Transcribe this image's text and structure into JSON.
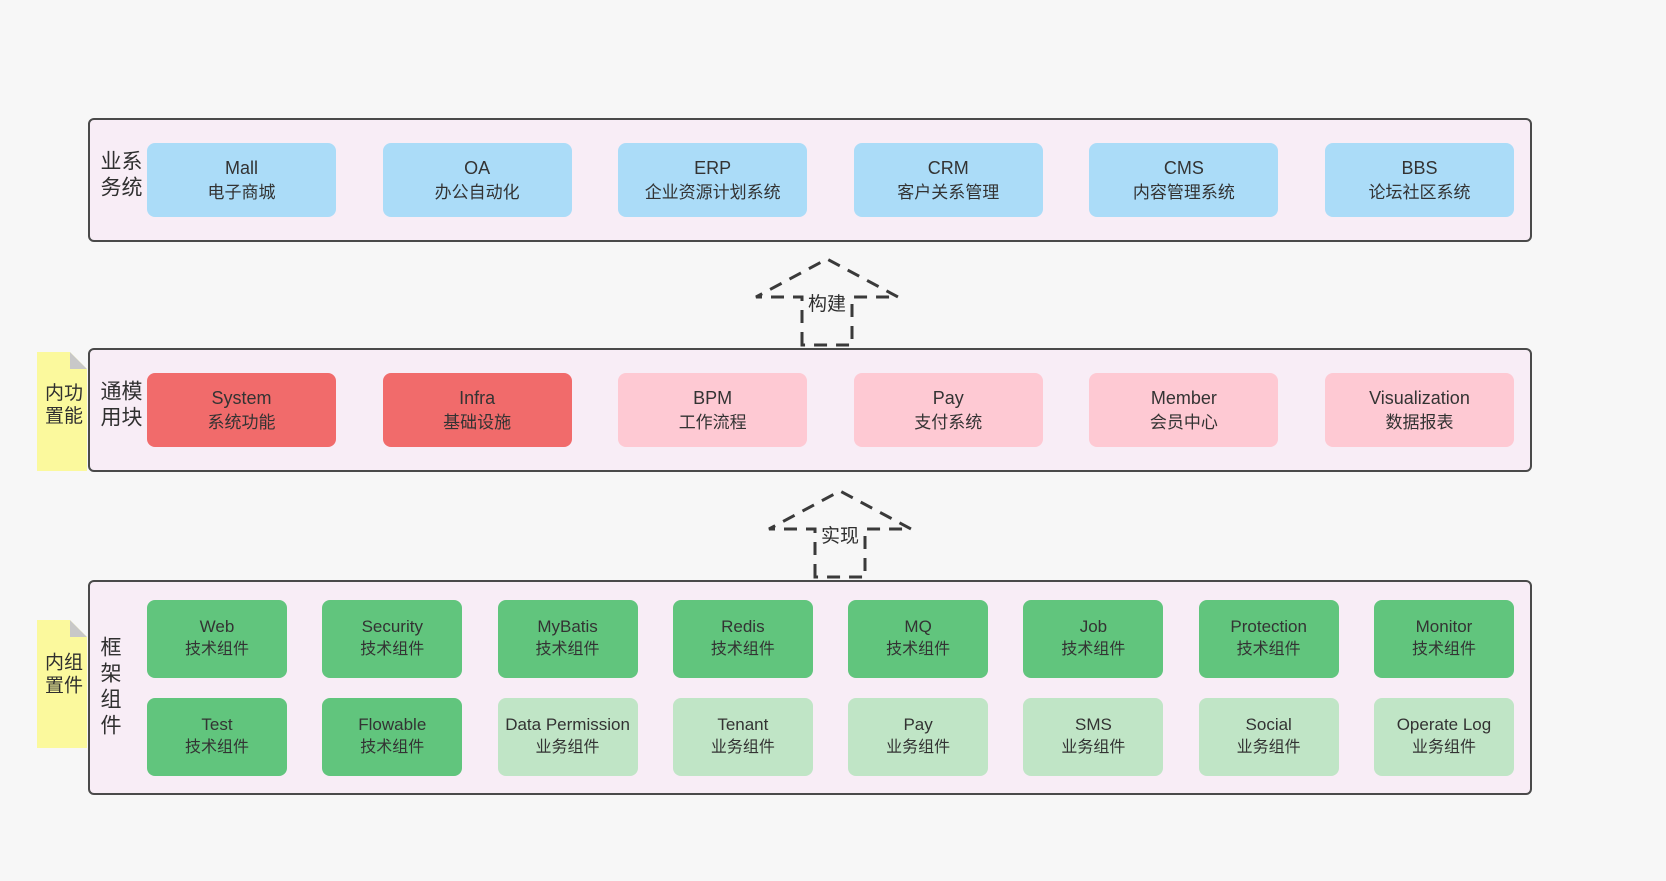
{
  "colors": {
    "page_bg": "#f7f7f7",
    "band_bg": "#f8edf6",
    "band_border": "#4a4a4a",
    "box_blue": "#abdcf8",
    "box_red": "#f16b6b",
    "box_pink": "#fec9d3",
    "box_green": "#61c57d",
    "box_light_green": "#c0e5c6",
    "note_yellow": "#fbf99d",
    "note_fold_gray": "#c8c8c8",
    "text": "#333333"
  },
  "bands": [
    {
      "label": "业务系统",
      "boxes": [
        {
          "title": "Mall",
          "subtitle": "电子商城"
        },
        {
          "title": "OA",
          "subtitle": "办公自动化"
        },
        {
          "title": "ERP",
          "subtitle": "企业资源计划系统"
        },
        {
          "title": "CRM",
          "subtitle": "客户关系管理"
        },
        {
          "title": "CMS",
          "subtitle": "内容管理系统"
        },
        {
          "title": "BBS",
          "subtitle": "论坛社区系统"
        }
      ]
    },
    {
      "label": "通用模块",
      "note": "内置功能",
      "boxes": [
        {
          "title": "System",
          "subtitle": "系统功能"
        },
        {
          "title": "Infra",
          "subtitle": "基础设施"
        },
        {
          "title": "BPM",
          "subtitle": "工作流程"
        },
        {
          "title": "Pay",
          "subtitle": "支付系统"
        },
        {
          "title": "Member",
          "subtitle": "会员中心"
        },
        {
          "title": "Visualization",
          "subtitle": "数据报表"
        }
      ]
    },
    {
      "label": "框架组件",
      "note": "内置组件",
      "boxes_row1": [
        {
          "title": "Web",
          "subtitle": "技术组件"
        },
        {
          "title": "Security",
          "subtitle": "技术组件"
        },
        {
          "title": "MyBatis",
          "subtitle": "技术组件"
        },
        {
          "title": "Redis",
          "subtitle": "技术组件"
        },
        {
          "title": "MQ",
          "subtitle": "技术组件"
        },
        {
          "title": "Job",
          "subtitle": "技术组件"
        },
        {
          "title": "Protection",
          "subtitle": "技术组件"
        },
        {
          "title": "Monitor",
          "subtitle": "技术组件"
        }
      ],
      "boxes_row2": [
        {
          "title": "Test",
          "subtitle": "技术组件"
        },
        {
          "title": "Flowable",
          "subtitle": "技术组件"
        },
        {
          "title": "Data Permission",
          "subtitle": "业务组件"
        },
        {
          "title": "Tenant",
          "subtitle": "业务组件"
        },
        {
          "title": "Pay",
          "subtitle": "业务组件"
        },
        {
          "title": "SMS",
          "subtitle": "业务组件"
        },
        {
          "title": "Social",
          "subtitle": "业务组件"
        },
        {
          "title": "Operate Log",
          "subtitle": "业务组件"
        }
      ]
    }
  ],
  "arrows": [
    {
      "label": "构建"
    },
    {
      "label": "实现"
    }
  ]
}
